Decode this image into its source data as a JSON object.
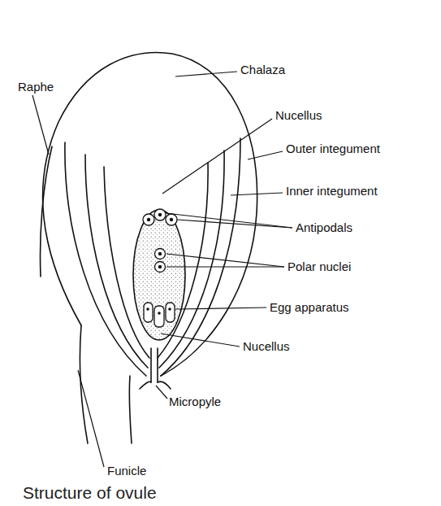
{
  "diagram": {
    "caption": "Structure of ovule",
    "labels": [
      "Raphe",
      "Chalaza",
      "Nucellus",
      "Outer integument",
      "Inner integument",
      "Antipodals",
      "Polar nuclei",
      "Egg apparatus",
      "Nucellus",
      "Micropyle",
      "Funicle"
    ]
  }
}
